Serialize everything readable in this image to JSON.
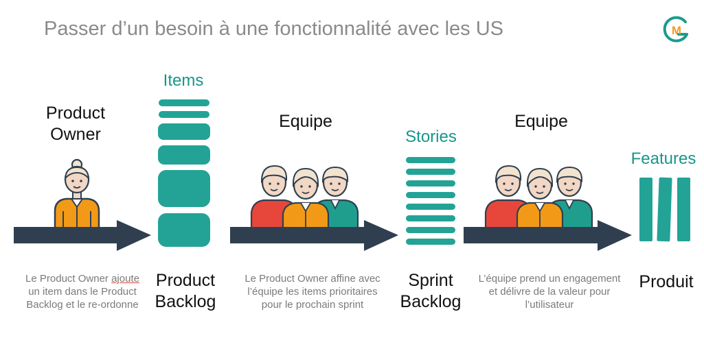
{
  "title": "Passer d’un besoin à une fonctionnalité avec les US",
  "logo": {
    "icon": "gm-logo-icon",
    "letter": "M",
    "colors": [
      "#1a9c8c",
      "#f39a1c"
    ]
  },
  "colors": {
    "teal": "#23a396",
    "arrow": "#2f3f4f",
    "orange": "#f29a17",
    "red": "#e7473a",
    "green": "#1f9e8e"
  },
  "actors": {
    "product_owner": {
      "line1": "Product",
      "line2": "Owner"
    },
    "team1": "Equipe",
    "team2": "Equipe"
  },
  "stages": {
    "items_title": "Items",
    "stories_title": "Stories",
    "features_title": "Features",
    "product_backlog": {
      "line1": "Product",
      "line2": "Backlog"
    },
    "sprint_backlog": {
      "line1": "Sprint",
      "line2": "Backlog"
    },
    "produit": "Produit"
  },
  "descriptions": {
    "d1": {
      "pre": "Le Product Owner ",
      "underlined": "ajoute",
      "line2": "un item dans le Product",
      "line3": "Backlog et le re-ordonne"
    },
    "d2": {
      "line1": "Le Product Owner affine avec",
      "line2": "l’équipe les items prioritaires",
      "line3": "pour le prochain sprint"
    },
    "d3": {
      "line1": "L’équipe prend un engagement",
      "line2": "et délivre de la valeur pour",
      "line3": "l’utilisateur"
    }
  }
}
